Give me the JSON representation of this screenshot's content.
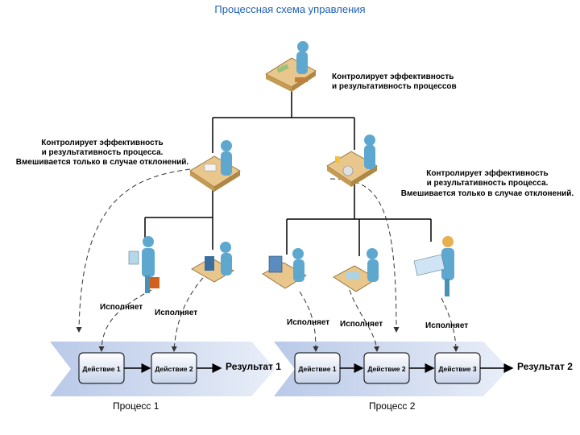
{
  "title": "Процессная схема управления",
  "top_note": {
    "line1": "Контролирует эффективность",
    "line2": "и результативность процессов"
  },
  "left_note": {
    "line1": "Контролирует эффективность",
    "line2": "и результативность процесса.",
    "line3": "Вмешивается только в случае отклонений."
  },
  "right_note": {
    "line1": "Контролирует эффективность",
    "line2": "и результативность процесса.",
    "line3": "Вмешивается только в случае отклонений."
  },
  "performer_label": "Исполняет",
  "process1": {
    "name": "Процесс 1",
    "actions": [
      "Действие 1",
      "Действие 2"
    ],
    "result": "Результат 1"
  },
  "process2": {
    "name": "Процесс 2",
    "actions": [
      "Действие 1",
      "Действие 2",
      "Действие 3"
    ],
    "result": "Результат 2"
  },
  "colors": {
    "title": "#1f5fb5",
    "arrow_band": "#c9d6ee",
    "action_box": "#dde6f4",
    "person": "#5ea8d0",
    "desk": "#e8c68c"
  }
}
